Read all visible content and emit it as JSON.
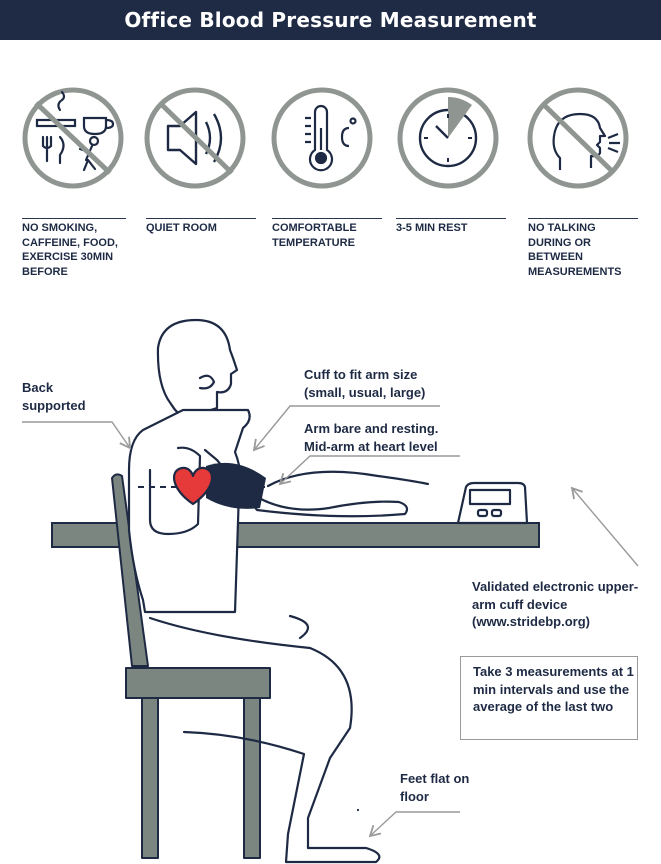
{
  "title": "Office Blood Pressure Measurement",
  "colors": {
    "header_bg": "#1f2b45",
    "ink": "#1e2a44",
    "icon_gray": "#8f9691",
    "table_gray": "#7c8680",
    "heart_red": "#e63a3a"
  },
  "rules": [
    {
      "icon": "no-smoking-caffeine-food-exercise-icon",
      "label": "NO SMOKING, CAFFEINE, FOOD, EXERCISE 30MIN BEFORE"
    },
    {
      "icon": "quiet-room-icon",
      "label": "QUIET ROOM"
    },
    {
      "icon": "thermometer-icon",
      "label": "COMFORTABLE TEMPERATURE"
    },
    {
      "icon": "clock-icon",
      "label": "3-5 MIN REST"
    },
    {
      "icon": "no-talking-icon",
      "label": "NO TALKING DURING OR BETWEEN MEASUREMENTS"
    }
  ],
  "annotations": {
    "back": "Back supported",
    "cuff": "Cuff to fit arm size (small, usual, large)",
    "arm": "Arm bare and resting. Mid-arm at heart level",
    "device": "Validated electronic upper-arm cuff device (www.stridebp.org)",
    "measurements": "Take 3 measurements at 1 min intervals and use the average of the last two",
    "feet": "Feet flat on floor"
  }
}
